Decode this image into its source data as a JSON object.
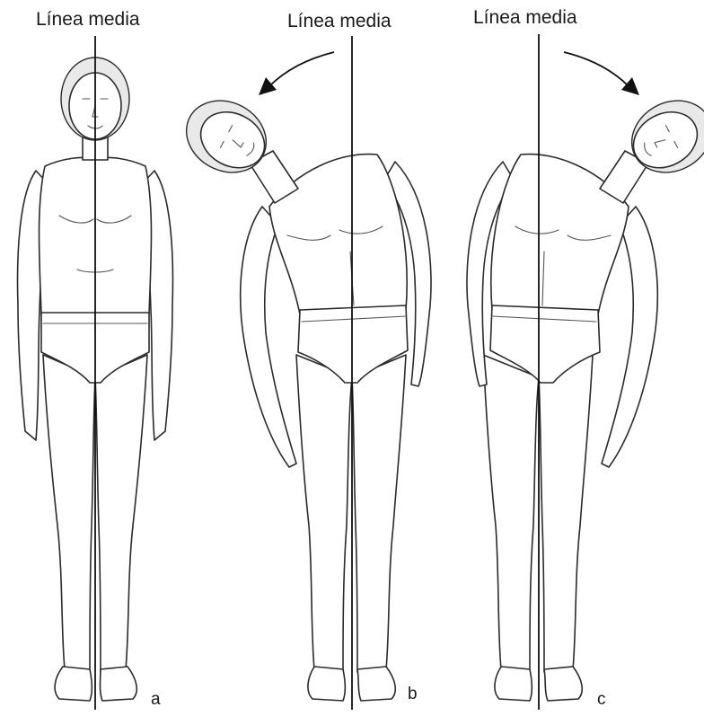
{
  "labels": {
    "midline_a": "Línea media",
    "midline_b": "Línea media",
    "midline_c": "Línea media"
  },
  "panels": {
    "a": "a",
    "b": "b",
    "c": "c"
  },
  "colors": {
    "line": "#111111",
    "outline": "#2b2b2b",
    "background": "#ffffff"
  }
}
